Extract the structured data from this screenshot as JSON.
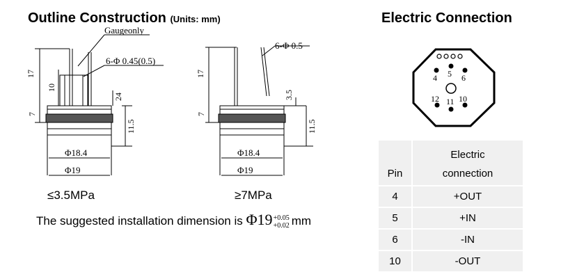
{
  "outline": {
    "title": "Outline Construction",
    "units": "(Units: mm)",
    "left": {
      "gauge_note": "Gaugeonly",
      "pins_note": "6-Φ 0.45(0.5)",
      "dim_17": "17",
      "dim_10": "10",
      "dim_24": "24",
      "dim_7": "7",
      "dim_11_5": "11.5",
      "dia_18_4": "Φ18.4",
      "dia_19": "Φ19",
      "caption": "≤3.5MPa"
    },
    "right": {
      "pins_note": "6-Φ 0.5",
      "dim_17": "17",
      "dim_3_5": "3.5",
      "dim_7": "7",
      "dim_11_5": "11.5",
      "dia_18_4": "Φ18.4",
      "dia_19": "Φ19",
      "caption": "≥7MPa"
    }
  },
  "install": {
    "prefix": "The suggested installation dimension is",
    "phi": "Φ19",
    "tol_upper": "+0.05",
    "tol_lower": "+0.02",
    "unit": "mm"
  },
  "electric": {
    "title": "Electric Connection",
    "pin_labels": {
      "p4": "4",
      "p5": "5",
      "p6": "6",
      "p12": "12",
      "p11": "11",
      "p10": "10"
    },
    "table": {
      "headers": {
        "pin": "Pin",
        "conn_line1": "Electric",
        "conn_line2": "connection"
      },
      "rows": [
        {
          "pin": "4",
          "conn": "+OUT"
        },
        {
          "pin": "5",
          "conn": "+IN"
        },
        {
          "pin": "6",
          "conn": "-IN"
        },
        {
          "pin": "10",
          "conn": "-OUT"
        }
      ]
    }
  }
}
